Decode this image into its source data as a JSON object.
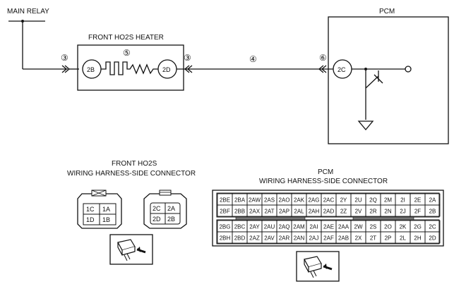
{
  "labels": {
    "main_relay": "MAIN RELAY",
    "pcm": "PCM",
    "heater": "FRONT HO2S HEATER",
    "front_conn_title_1": "FRONT HO2S",
    "front_conn_title_2": "WIRING HARNESS-SIDE CONNECTOR",
    "pcm_conn_title_1": "PCM",
    "pcm_conn_title_2": "WIRING HARNESS-SIDE CONNECTOR"
  },
  "circuit": {
    "terminal_left": "2B",
    "terminal_right": "2D",
    "terminal_pcm": "2C",
    "callout_left": "③",
    "callout_mid": "③",
    "callout_heater": "⑤",
    "callout_wire": "④",
    "callout_pcm": "⑥"
  },
  "front_connector": {
    "left_block": [
      "1C",
      "1A",
      "1D",
      "1B"
    ],
    "right_block": [
      "2C",
      "2A",
      "2D",
      "2B"
    ]
  },
  "pcm_connector": {
    "rows": [
      [
        "2BE",
        "2BA",
        "2AW",
        "2AS",
        "2AO",
        "2AK",
        "2AG",
        "2AC",
        "2Y",
        "2U",
        "2Q",
        "2M",
        "2I",
        "2E",
        "2A"
      ],
      [
        "2BF",
        "2BB",
        "2AX",
        "2AT",
        "2AP",
        "2AL",
        "2AH",
        "2AD",
        "2Z",
        "2V",
        "2R",
        "2N",
        "2J",
        "2F",
        "2B"
      ],
      [
        "2BG",
        "2BC",
        "2AY",
        "2AU",
        "2AQ",
        "2AM",
        "2AI",
        "2AE",
        "2AA",
        "2W",
        "2S",
        "2O",
        "2K",
        "2G",
        "2C"
      ],
      [
        "2BH",
        "2BD",
        "2AZ",
        "2AV",
        "2AR",
        "2AN",
        "2AJ",
        "2AF",
        "2AB",
        "2X",
        "2T",
        "2P",
        "2L",
        "2H",
        "2D"
      ]
    ]
  }
}
